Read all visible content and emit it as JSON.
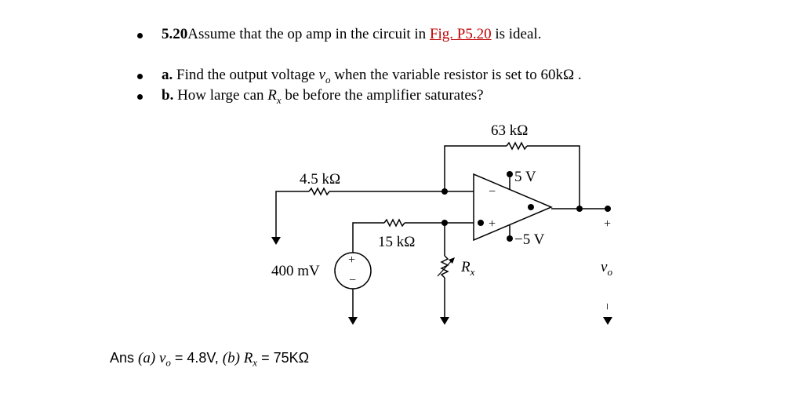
{
  "problem": {
    "number": "5.20",
    "intro_text": "Assume that the op amp in the circuit in ",
    "fig_link": "Fig. P5.20",
    "intro_tail": " is ideal.",
    "part_a_label": "a.",
    "part_a_text_1": " Find the output voltage ",
    "part_a_var_v": "v",
    "part_a_var_sub": "o",
    "part_a_text_2": " when the variable resistor is set to 60kΩ .",
    "part_b_label": "b.",
    "part_b_text_1": " How large can ",
    "part_b_var_r": "R",
    "part_b_var_sub": "x",
    "part_b_text_2": " be before the amplifier saturates?"
  },
  "circuit": {
    "r_feedback": "63 kΩ",
    "r_input": "4.5 kΩ",
    "r_series": "15 kΩ",
    "source_value": "400 mV",
    "source_plus": "+",
    "source_minus": "−",
    "supply_pos": "5 V",
    "supply_neg": "−5 V",
    "opamp_minus": "−",
    "opamp_plus": "+",
    "rx_label": "R",
    "rx_sub": "x",
    "out_plus": "+",
    "out_label": "v",
    "out_sub": "o",
    "out_minus": "−"
  },
  "answer": {
    "prefix": "Ans ",
    "part_a": "(a) ",
    "va": "v",
    "va_sub": "o",
    "a_val": " = 4.8V,  ",
    "part_b": "(b) ",
    "rb": "R",
    "rb_sub": "x",
    "b_val": " = 75KΩ"
  }
}
